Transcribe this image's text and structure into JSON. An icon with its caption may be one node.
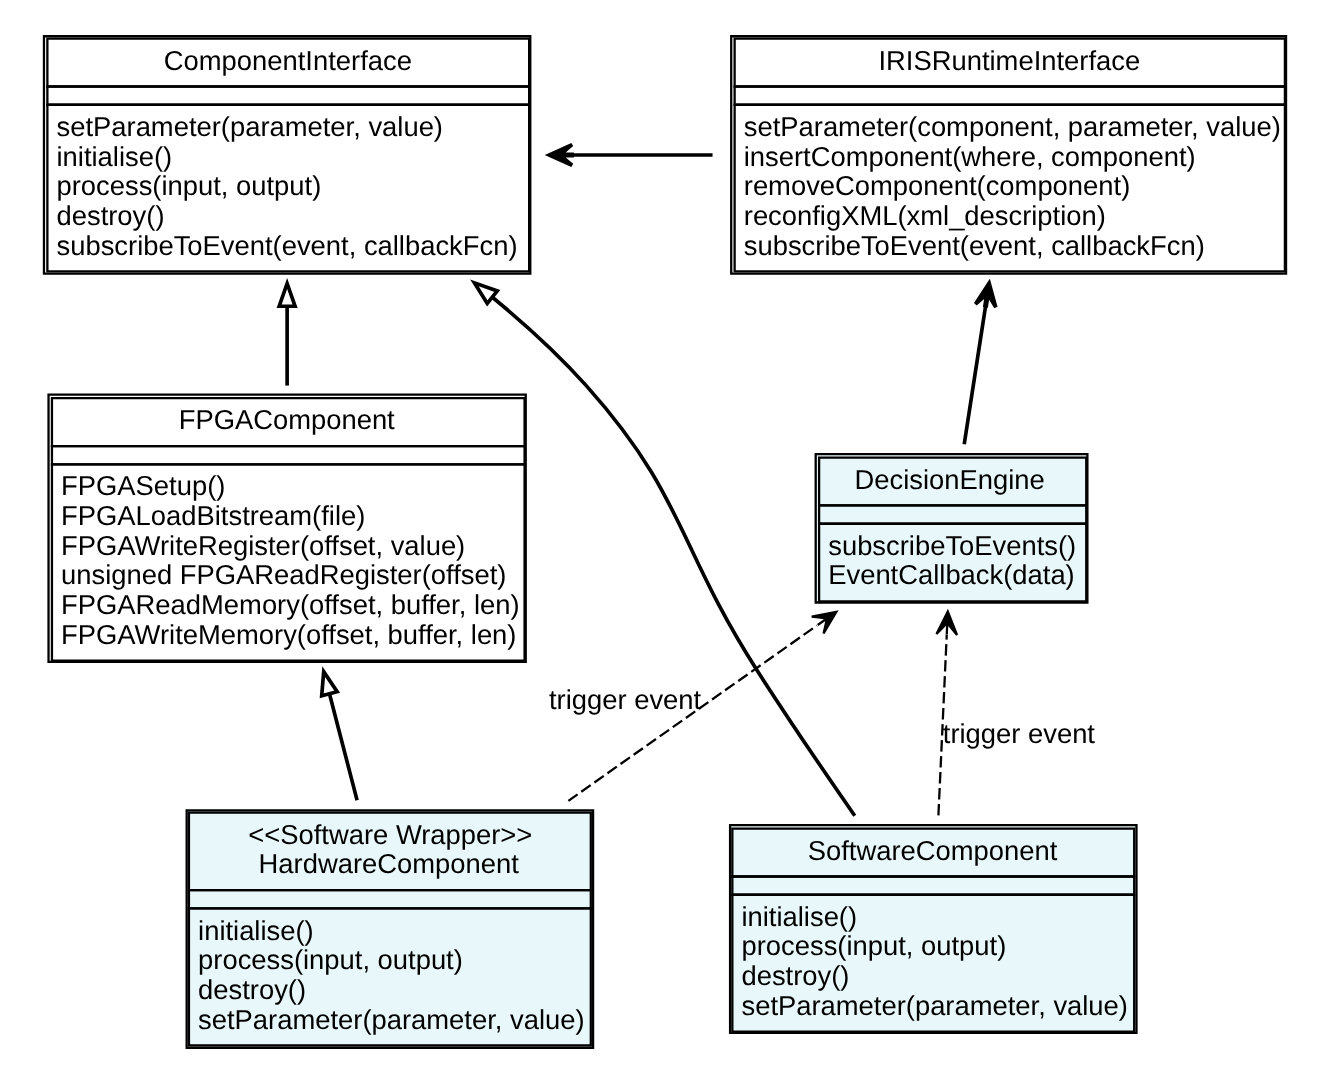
{
  "diagram": {
    "nodes": [
      {
        "text": [
          "ComponentInterface",
          "setParameter(parameter, value)",
          "initialise()",
          "process(input, output)",
          "destroy()",
          "subscribeToEvent(event, callbackFcn)"
        ]
      },
      {
        "text": [
          "IRISRuntimeInterface",
          "setParameter(component, parameter, value)",
          "insertComponent(where, component)",
          "removeComponent(component)",
          "reconfigXML(xml_description)",
          "subscribeToEvent(event, callbackFcn)"
        ]
      },
      {
        "text": [
          "FPGAComponent",
          "FPGASetup()",
          "FPGALoadBitstream(file)",
          "FPGAWriteRegister(offset, value)",
          "unsigned FPGAReadRegister(offset)",
          "FPGAReadMemory(offset, buffer, len)",
          "FPGAWriteMemory(offset, buffer, len)"
        ]
      },
      {
        "text": [
          "DecisionEngine",
          "subscribeToEvents()",
          "EventCallback(data)"
        ]
      },
      {
        "text": [
          "<<Software Wrapper>>",
          "HardwareComponent",
          "initialise()",
          "process(input, output)",
          "destroy()",
          "setParameter(parameter, value)"
        ]
      },
      {
        "text": [
          "SoftwareComponent",
          "initialise()",
          "process(input, output)",
          "destroy()",
          "setParameter(parameter, value)"
        ]
      }
    ],
    "edges": [
      {
        "from": 1,
        "to": 0,
        "arrow": "to"
      },
      {
        "from": 2,
        "to": 0,
        "arrow": "to"
      },
      {
        "from": 5,
        "to": 0,
        "arrow": "to"
      },
      {
        "from": 3,
        "to": 1,
        "arrow": "to"
      },
      {
        "from": 4,
        "to": 2,
        "arrow": "to"
      },
      {
        "from": 4,
        "to": 3,
        "arrow": "to",
        "label": "trigger event",
        "style": "dashed"
      },
      {
        "from": 5,
        "to": 3,
        "arrow": "to",
        "label": "trigger event",
        "style": "dashed"
      }
    ]
  }
}
